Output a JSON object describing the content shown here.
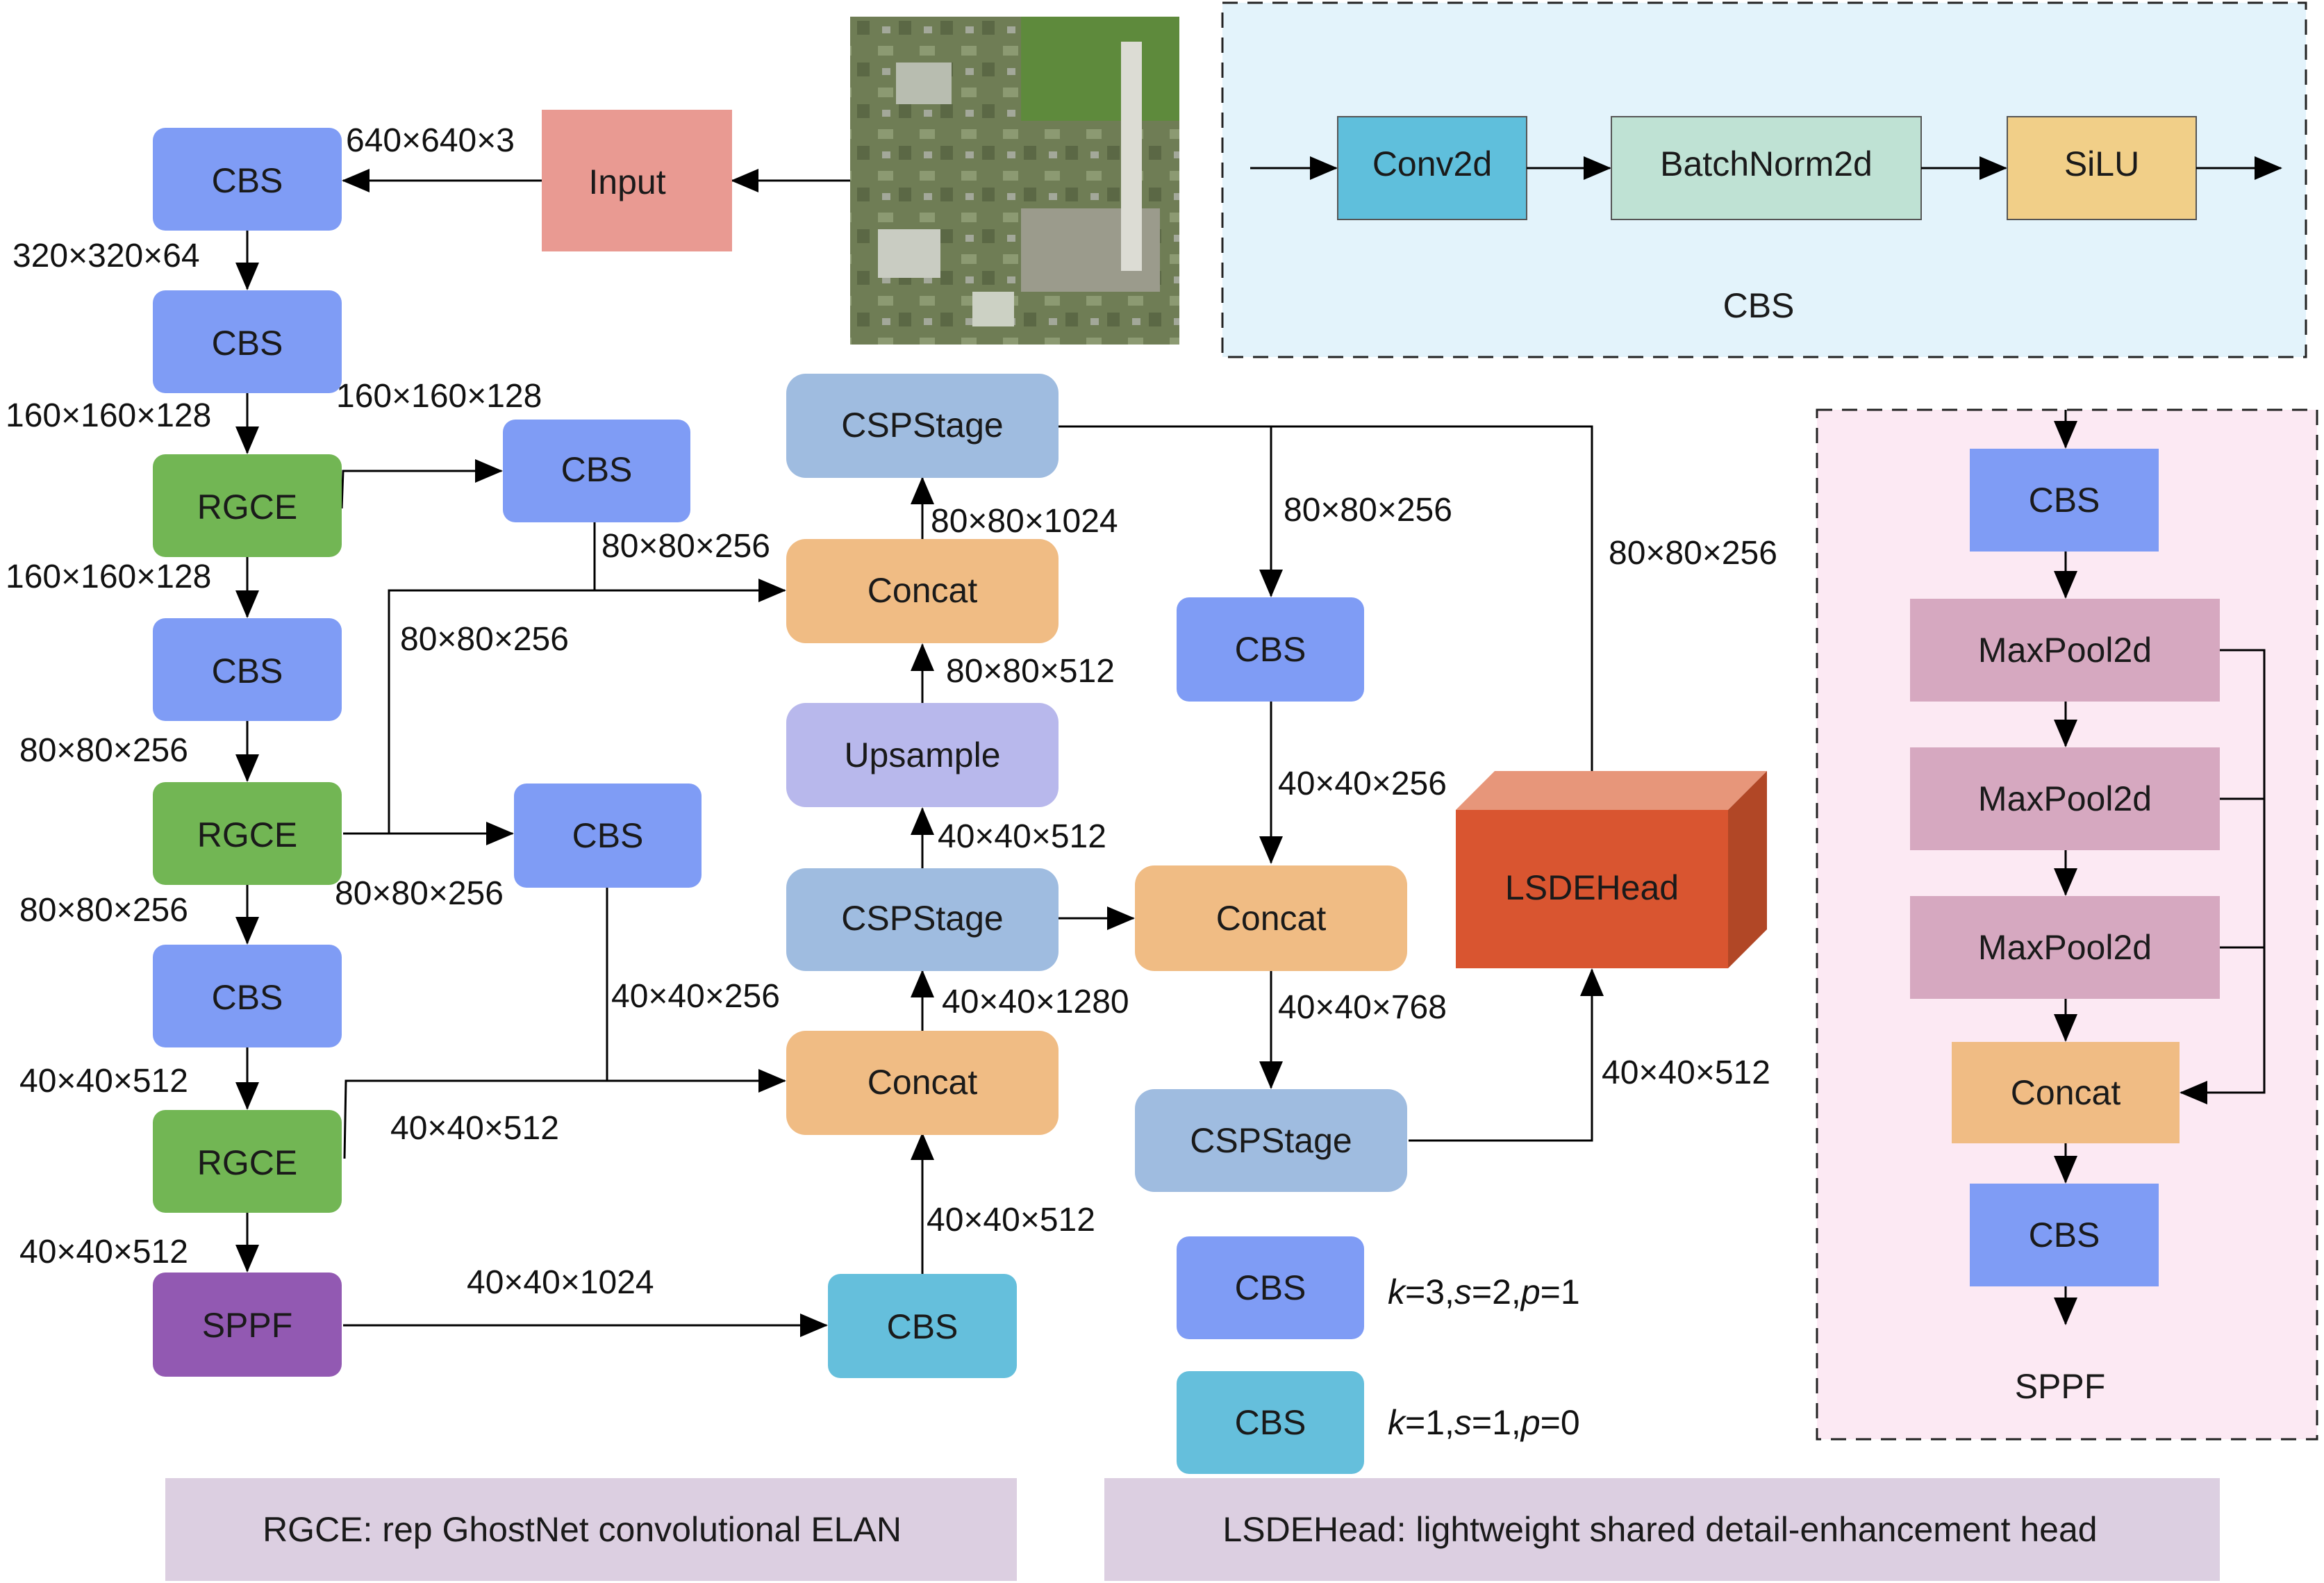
{
  "colors": {
    "cbs_blue": "#7f9cf5",
    "cbs_cyan": "#65bfdc",
    "input": "#e99a92",
    "rgce": "#72b654",
    "sppf": "#9259b2",
    "cspstage": "#9fbce0",
    "concat": "#f0bc84",
    "upsample": "#b8b8ec",
    "lsdehead_front": "#d95530",
    "lsdehead_top": "#e7967a",
    "lsdehead_side": "#b14726",
    "conv2d": "#5fbfdc",
    "batchnorm": "#bfe2d4",
    "silu": "#f1cf88",
    "maxpool": "#d6a8c0",
    "cbs_panel_bg": "#e3f3fb",
    "sppf_panel_bg": "#fce9f3",
    "note_bg": "#dccfe1"
  },
  "nodes": {
    "input": "Input",
    "cbs1": "CBS",
    "cbs2": "CBS",
    "rgce1": "RGCE",
    "cbs3": "CBS",
    "rgce2": "RGCE",
    "cbs4": "CBS",
    "rgce3": "RGCE",
    "sppf": "SPPF",
    "cbs_lat1": "CBS",
    "cbs_lat2": "CBS",
    "cbs_sppf_out": "CBS",
    "csp_top": "CSPStage",
    "concat_top": "Concat",
    "upsample": "Upsample",
    "csp_mid": "CSPStage",
    "concat_mid": "Concat",
    "cbs_right": "CBS",
    "concat_right": "Concat",
    "csp_bottom": "CSPStage",
    "lsdehead": "LSDEHead"
  },
  "edge_labels": {
    "l_input": "640×640×3",
    "l_320": "320×320×64",
    "l_160a": "160×160×128",
    "l_160b": "160×160×128",
    "l_160c": "160×160×128",
    "l_80a": "80×80×256",
    "l_80b": "80×80×256",
    "l_80c": "80×80×256",
    "l_80d": "80×80×256",
    "l_40a": "40×40×512",
    "l_40b": "40×40×512",
    "l_40c": "40×40×512",
    "l_sppf": "40×40×1024",
    "l_40_256": "40×40×256",
    "l_40_512_cbs": "40×40×512",
    "l_40_1280": "40×40×1280",
    "l_40_512_up": "40×40×512",
    "l_80_512": "80×80×512",
    "l_80_1024": "80×80×1024",
    "l_80_256_r": "80×80×256",
    "l_80_256_head": "80×80×256",
    "l_40_256_r": "40×40×256",
    "l_40_768": "40×40×768",
    "l_40_512_head": "40×40×512"
  },
  "legend": {
    "cbs_a": "CBS",
    "cbs_a_params": [
      "k",
      "=3,",
      "s",
      "=2,",
      "p",
      "=1"
    ],
    "cbs_b": "CBS",
    "cbs_b_params": [
      "k",
      "=1,",
      "s",
      "=1,",
      "p",
      "=0"
    ]
  },
  "cbs_panel": {
    "conv": "Conv2d",
    "bn": "BatchNorm2d",
    "act": "SiLU",
    "caption": "CBS"
  },
  "sppf_panel": {
    "cbs_in": "CBS",
    "pool1": "MaxPool2d",
    "pool2": "MaxPool2d",
    "pool3": "MaxPool2d",
    "concat": "Concat",
    "cbs_out": "CBS",
    "caption": "SPPF"
  },
  "notes": {
    "rgce": "RGCE: rep GhostNet convolutional ELAN",
    "lsde": "LSDEHead: lightweight shared detail-enhancement head"
  },
  "aerial_image_icon": "aerial-satellite-photo"
}
